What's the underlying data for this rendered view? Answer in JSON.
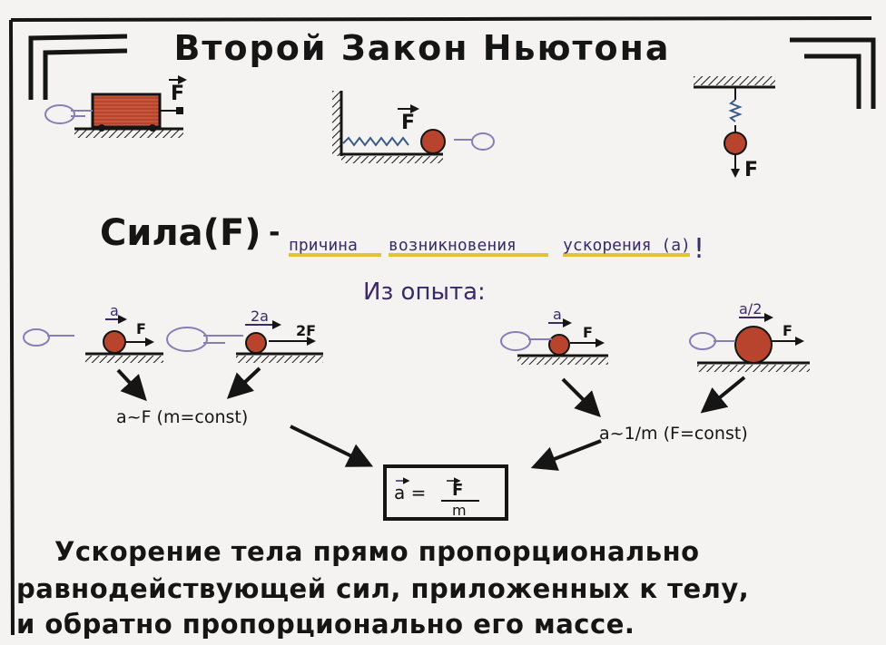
{
  "title": "Второй Закон Ньютона",
  "force_label": "F",
  "accel_label": "a",
  "definition": {
    "term": "Сила(F)",
    "dash": "-",
    "words": [
      "причина",
      "возникновения",
      "ускорения (a)"
    ],
    "exclaim": "!"
  },
  "experiment_heading": "Из опыта:",
  "experiments": [
    {
      "accel": "a",
      "force": "F"
    },
    {
      "accel": "2a",
      "force": "2F"
    },
    {
      "accel": "a",
      "force": "F"
    },
    {
      "accel": "a/2",
      "force": "F"
    }
  ],
  "relation_left": "a~F (m=const)",
  "relation_right": "a~1/m (F=const)",
  "formula": {
    "lhs": "a =",
    "numerator": "F",
    "denominator": "m"
  },
  "conclusion": [
    "Ускорение тела прямо пропорционально",
    "равнодействующей сил, приложенных к телу,",
    "и обратно пропорционально его массе."
  ],
  "colors": {
    "paper": "#f4f3f1",
    "ink": "#151515",
    "violet": "#3b2a6a",
    "ball": "#b8442e",
    "highlight": "#e2c23a",
    "spring": "#3a5a8a",
    "hand": "#8a7db5"
  }
}
